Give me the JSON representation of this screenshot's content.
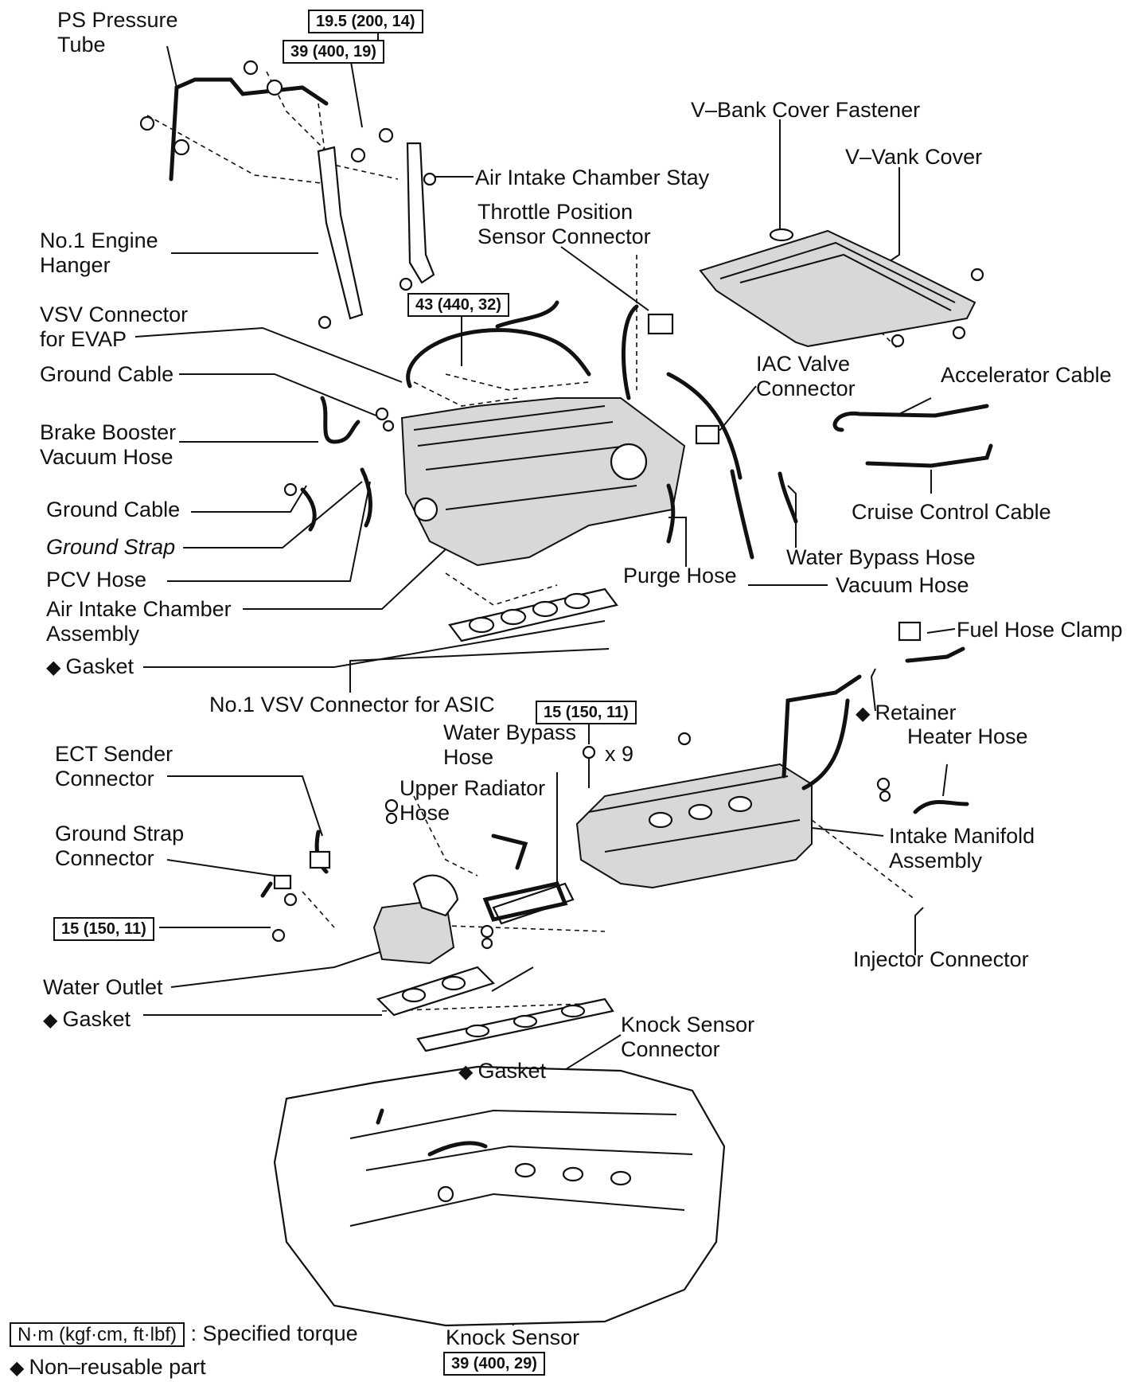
{
  "labels": {
    "ps_pressure_tube": [
      "PS  Pressure",
      "Tube"
    ],
    "no1_engine_hanger": [
      "No.1 Engine",
      "Hanger"
    ],
    "vsv_evap": [
      "VSV Connector",
      "for EVAP"
    ],
    "ground_cable_1": "Ground Cable",
    "brake_booster": [
      "Brake Booster",
      "Vacuum Hose"
    ],
    "ground_cable_2": "Ground Cable",
    "ground_strap": "Ground Strap",
    "pcv_hose": "PCV Hose",
    "air_intake_chamber_assembly": [
      "Air Intake Chamber",
      "Assembly"
    ],
    "gasket_1": "Gasket",
    "no1_vsv_asic": "No.1 VSV Connector for ASIC",
    "air_intake_chamber_stay": "Air Intake Chamber Stay",
    "throttle_position": [
      "Throttle Position",
      "Sensor Connector"
    ],
    "v_bank_cover_fastener": "V–Bank Cover Fastener",
    "v_vank_cover": "V–Vank Cover",
    "iac_valve": [
      "IAC Valve",
      "Connector"
    ],
    "accelerator_cable": "Accelerator Cable",
    "cruise_control_cable": "Cruise Control Cable",
    "water_bypass_hose_1": "Water Bypass Hose",
    "purge_hose": "Purge Hose",
    "vacuum_hose": "Vacuum Hose",
    "fuel_hose_clamp": "Fuel Hose Clamp",
    "retainer": "Retainer",
    "heater_hose": "Heater Hose",
    "water_bypass_hose_2": [
      "Water Bypass",
      "Hose"
    ],
    "x9": "x 9",
    "upper_radiator_hose": [
      "Upper Radiator",
      "Hose"
    ],
    "ect_sender": [
      "ECT Sender",
      "Connector"
    ],
    "ground_strap_connector": [
      "Ground Strap",
      "Connector"
    ],
    "intake_manifold_assembly": [
      "Intake Manifold",
      "Assembly"
    ],
    "injector_connector": "Injector Connector",
    "water_outlet": "Water Outlet",
    "gasket_2": "Gasket",
    "gasket_3": "Gasket",
    "knock_sensor_connector": [
      "Knock Sensor",
      "Connector"
    ],
    "knock_sensor": "Knock Sensor"
  },
  "torques": {
    "t_19_5": "19.5 (200, 14)",
    "t_39_top": "39 (400, 19)",
    "t_43": "43 (440, 32)",
    "t_15_mid": "15 (150, 11)",
    "t_15_left": "15 (150, 11)",
    "t_39_bottom": "39 (400, 29)"
  },
  "legend": {
    "torque_unit": "N·m (kgf·cm, ft·lbf)",
    "torque_text": ": Specified torque",
    "nonreusable_symbol": "◆",
    "nonreusable_text": "Non–reusable part"
  }
}
